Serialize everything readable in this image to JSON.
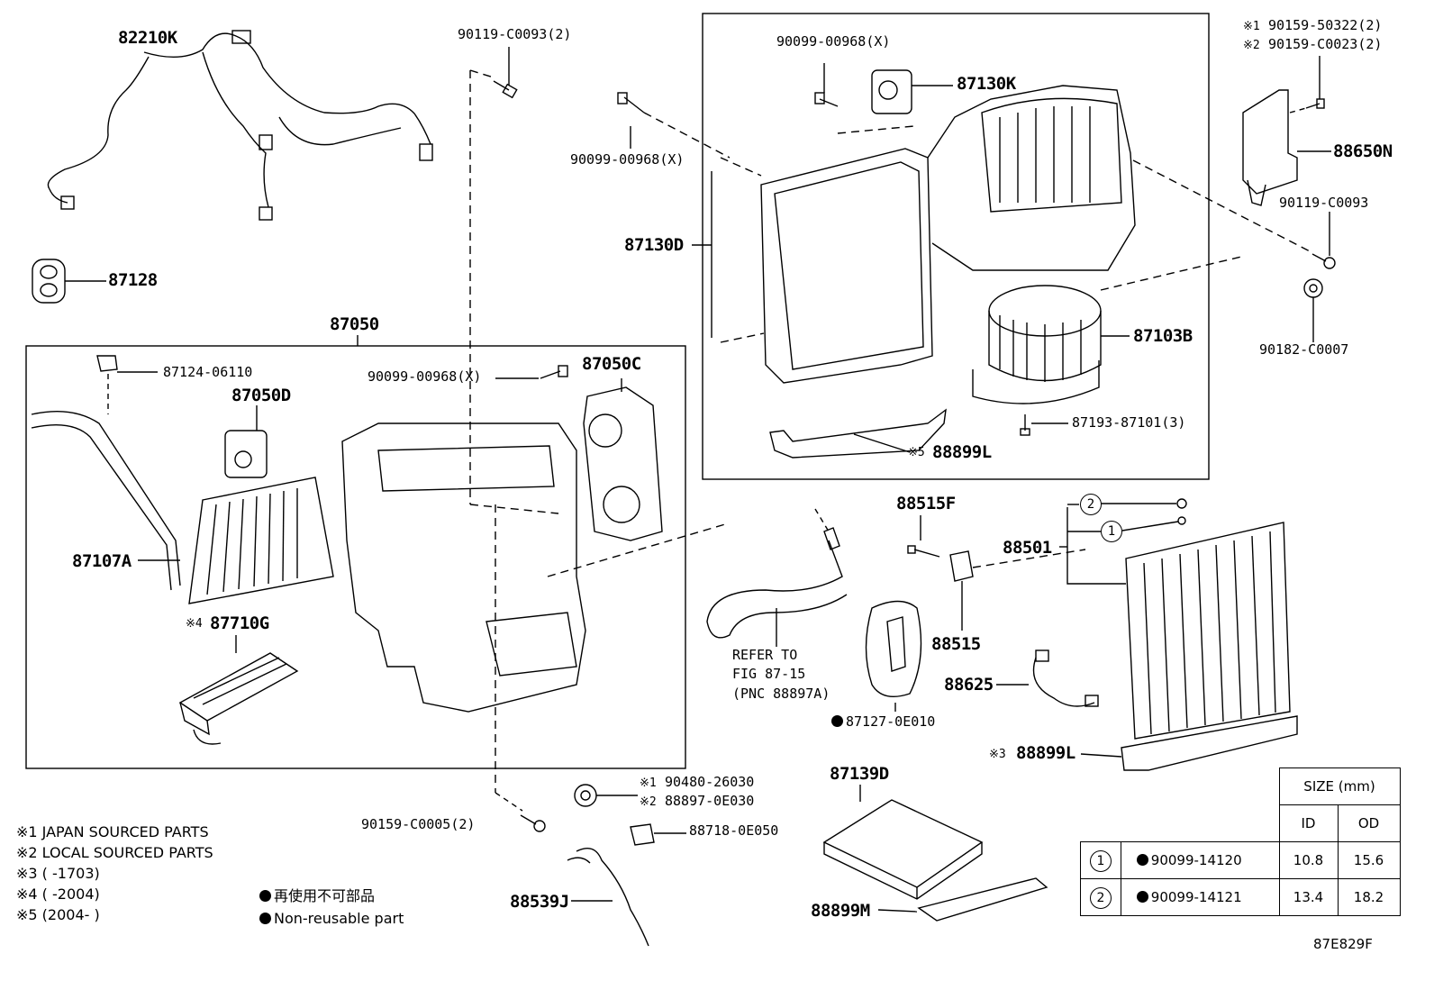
{
  "diagram_id": "87E829F",
  "labels": {
    "p82210K": "82210K",
    "p90119_C0093_2": "90119-C0093(2)",
    "p90099_00968_top": "90099-00968(X)",
    "p87130K": "87130K",
    "p90099_00968_left": "90099-00968(X)",
    "p87130D": "87130D",
    "p87128": "87128",
    "p87050": "87050",
    "p87124": "87124-06110",
    "p90099_00968_mid": "90099-00968(X)",
    "p87050C": "87050C",
    "p87050D": "87050D",
    "p87107A": "87107A",
    "p87710G": "87710G",
    "p87710G_mark": "※4",
    "p87103B": "87103B",
    "p87193": "87193-87101(3)",
    "p88899L_top": "88899L",
    "p88899L_top_mark": "※5",
    "p90159_50322": "90159-50322(2)",
    "p90159_50322_mark": "※1",
    "p90159_C0023": "90159-C0023(2)",
    "p90159_C0023_mark": "※2",
    "p88650N": "88650N",
    "p90119_C0093": "90119-C0093",
    "p90182": "90182-C0007",
    "p88515F": "88515F",
    "p88501": "88501",
    "p88515": "88515",
    "p88625": "88625",
    "refer_1": "REFER TO",
    "refer_2": "FIG 87-15",
    "refer_3": "(PNC 88897A)",
    "p87127": "87127-0E010",
    "p88899L_bot": "88899L",
    "p88899L_bot_mark": "※3",
    "p90480": "90480-26030",
    "p90480_mark": "※1",
    "p88897": "88897-0E030",
    "p88897_mark": "※2",
    "p88718": "88718-0E050",
    "p90159_C0005": "90159-C0005(2)",
    "p88539J": "88539J",
    "p87139D": "87139D",
    "p88899M": "88899M",
    "circle_1": "1",
    "circle_2": "2"
  },
  "notes": {
    "n1": "※1 JAPAN SOURCED PARTS",
    "n2": "※2 LOCAL SOURCED PARTS",
    "n3": "※3 (      -1703)",
    "n4": "※4 (      -2004)",
    "n5": "※5 (2004-      )",
    "legend_jp": "再使用不可部品",
    "legend_en": "Non-reusable part"
  },
  "size_table": {
    "header": "SIZE (mm)",
    "col_id": "ID",
    "col_od": "OD",
    "rows": [
      {
        "num": "1",
        "part": "90099-14120",
        "id": "10.8",
        "od": "15.6"
      },
      {
        "num": "2",
        "part": "90099-14121",
        "id": "13.4",
        "od": "18.2"
      }
    ]
  }
}
